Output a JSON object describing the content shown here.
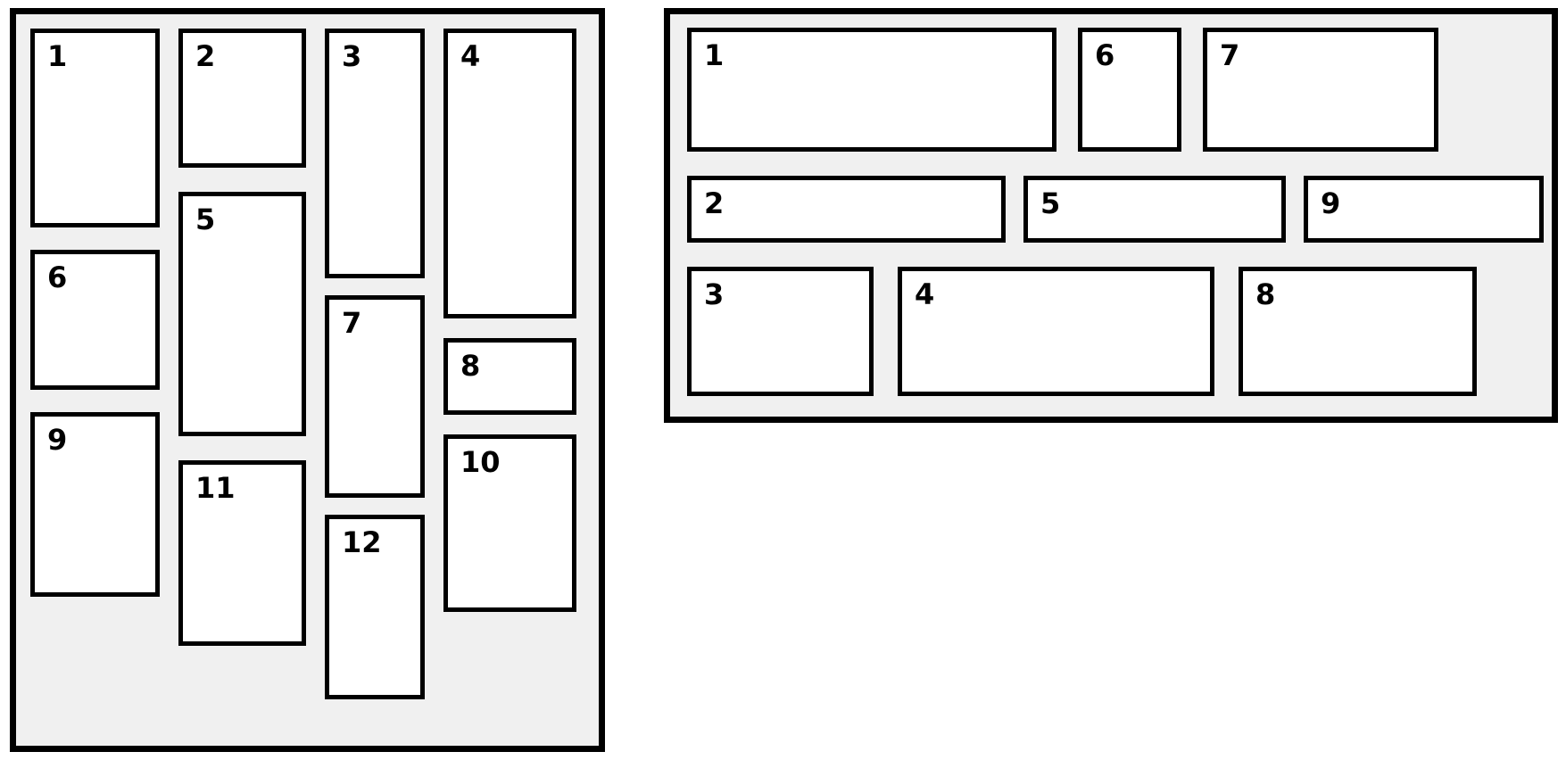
{
  "colors": {
    "page_bg": "#ffffff",
    "panel_bg": "#f0f0f0",
    "card_bg": "#ffffff",
    "border": "#000000",
    "text": "#000000"
  },
  "left_panel": {
    "columns": [
      [
        "1",
        "6",
        "9"
      ],
      [
        "2",
        "5",
        "11"
      ],
      [
        "3",
        "7",
        "12"
      ],
      [
        "4",
        "8",
        "10"
      ]
    ]
  },
  "right_panel": {
    "rows": [
      [
        "1",
        "6",
        "7"
      ],
      [
        "2",
        "5",
        "9"
      ],
      [
        "3",
        "4",
        "8"
      ]
    ]
  }
}
